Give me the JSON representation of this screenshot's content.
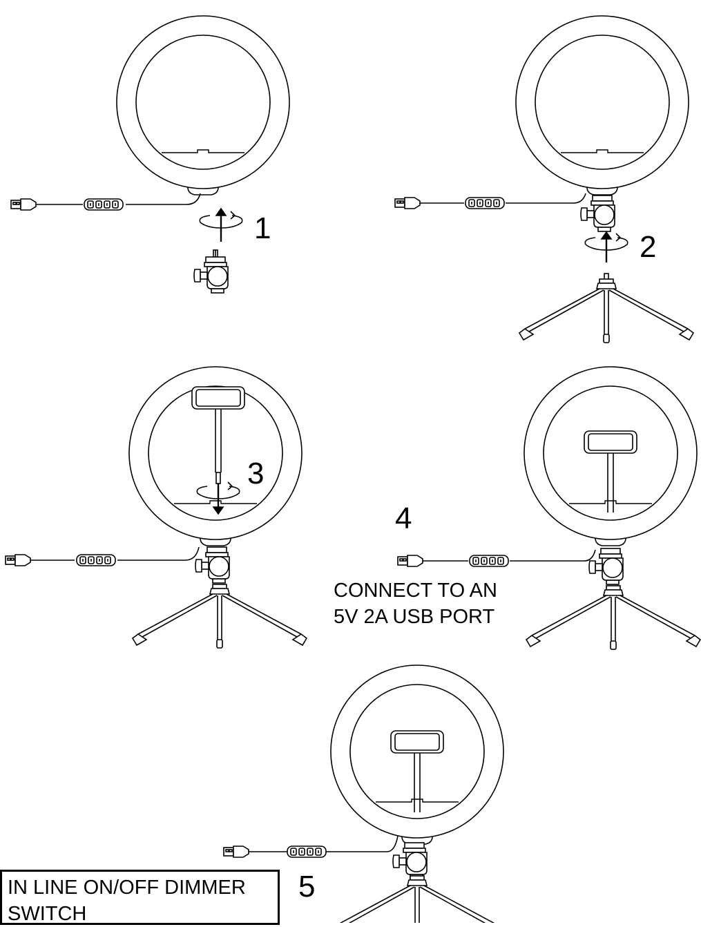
{
  "colors": {
    "stroke": "#000000",
    "background": "#ffffff"
  },
  "steps": {
    "s1": "1",
    "s2": "2",
    "s3": "3",
    "s4": "4",
    "s5": "5"
  },
  "captions": {
    "usb_line1": "CONNECT TO AN",
    "usb_line2": "5V 2A USB PORT",
    "switch_line1": "IN LINE ON/OFF DIMMER",
    "switch_line2": "SWITCH"
  },
  "icons": [
    "ring-light-icon",
    "ball-head-icon",
    "tripod-icon",
    "usb-plug-icon",
    "inline-switch-icon",
    "phone-holder-icon",
    "rotate-arrow-icon"
  ]
}
